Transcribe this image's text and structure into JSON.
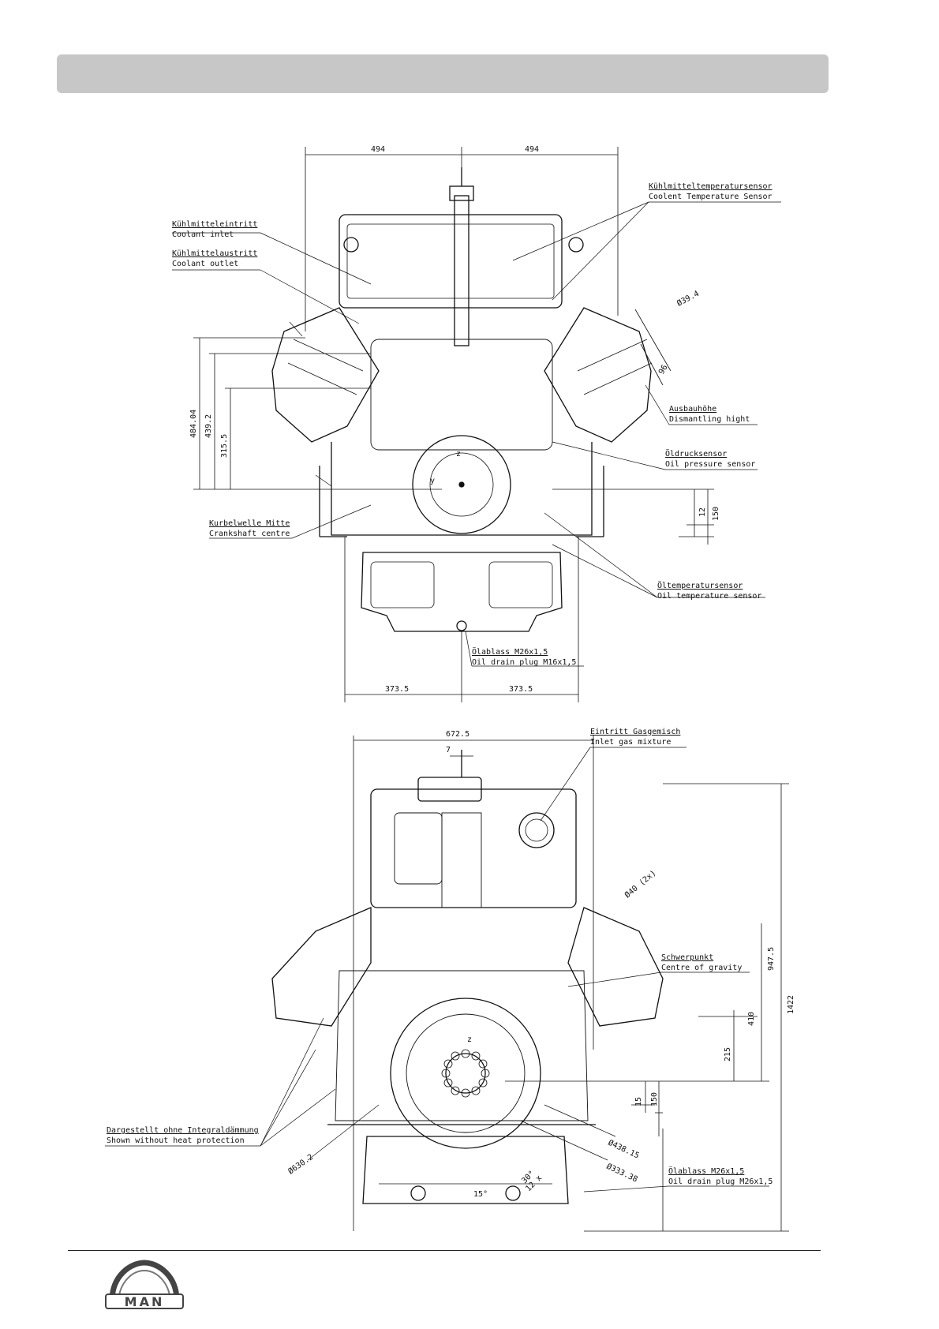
{
  "header": {
    "title": ""
  },
  "top_view": {
    "dims": {
      "width_left": "494",
      "width_right": "494",
      "height_484": "484.04",
      "height_439": "439.2",
      "height_315": "315.5",
      "low_12": "12",
      "low_150": "150",
      "dia_39": "Ø39.4",
      "dim_96": "96",
      "base_left": "373.5",
      "base_right": "373.5"
    },
    "labels": {
      "coolant_temp_de": "Kühlmitteltemperatursensor",
      "coolant_temp_en": "Coolent Temperature Sensor",
      "coolant_inlet_de": "Kühlmitteleintritt",
      "coolant_inlet_en": "Coolant inlet",
      "coolant_outlet_de": "Kühlmittelaustritt",
      "coolant_outlet_en": "Coolant outlet",
      "dismantling_de": "Ausbauhöhe",
      "dismantling_en": "Dismantling hight",
      "oil_pressure_de": "Öldrucksensor",
      "oil_pressure_en": "Oil pressure sensor",
      "crankshaft_de": "Kurbelwelle Mitte",
      "crankshaft_en": "Crankshaft centre",
      "oil_temp_de": "Öltemperatursensor",
      "oil_temp_en": "Oil temperature sensor",
      "oil_drain_de": "Ölablass M26x1,5",
      "oil_drain_en": "Oil drain plug M16x1,5",
      "axis_z": "z",
      "axis_y": "y"
    }
  },
  "bottom_view": {
    "dims": {
      "width_672": "672.5",
      "dim_7": "7",
      "height_1422": "1422",
      "height_947": "947.5",
      "height_410": "410",
      "height_215": "215",
      "low_15": "15",
      "low_150": "150",
      "dia_40": "Ø40 (2x)",
      "dia_630": "Ø630.2",
      "dia_438": "Ø438.15",
      "dia_333": "Ø333.38",
      "angle_30": "30°",
      "angle_15": "15°",
      "count_12x": "12 x"
    },
    "labels": {
      "inlet_gas_de": "Eintritt Gasgemisch",
      "inlet_gas_en": "Inlet gas mixture",
      "cog_de": "Schwerpunkt",
      "cog_en": "Centre of gravity",
      "no_insulation_de": "Dargestellt ohne Integraldämmung",
      "no_insulation_en": "Shown without heat protection",
      "oil_drain_de": "Ölablass M26x1,5",
      "oil_drain_en": "Oil drain plug M26x1,5",
      "axis_z": "z"
    }
  },
  "footer": {
    "logo_text": "MAN"
  }
}
